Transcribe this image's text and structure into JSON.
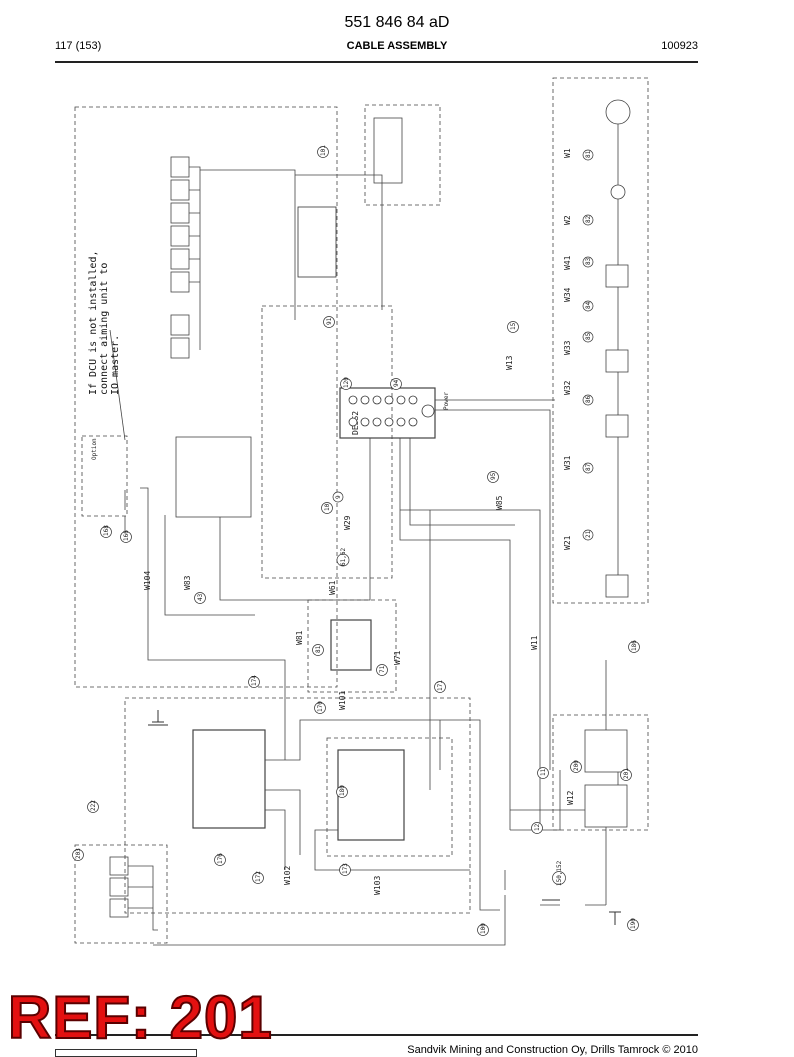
{
  "header": {
    "doc_number": "551 846 84 aD",
    "page": "117 (153)",
    "title": "CABLE ASSEMBLY",
    "date_code": "100923"
  },
  "footer": {
    "copyright": "Sandvik Mining and Construction Oy, Drills Tamrock © 2010"
  },
  "stamp": {
    "text": "REF: 201",
    "color": "#e31010"
  },
  "diagram": {
    "note_top": [
      "If DCU is not installed,",
      "connect aiming unit to",
      "IO master."
    ],
    "callouts": {
      "c1": "101",
      "c2": "91",
      "c3": "15",
      "c4": "120",
      "c5": "94",
      "c6": "95",
      "c7": "9",
      "c8": "10",
      "c9": "168",
      "c10": "166",
      "c11": "43",
      "c12": "61,62",
      "c13": "81",
      "c14": "71",
      "c15": "186",
      "c16": "174",
      "c17": "170",
      "c18": "171",
      "c19": "11",
      "c20": "12",
      "c21": "200",
      "c22": "201",
      "c23": "222",
      "c24": "203",
      "c25": "176",
      "c26": "172",
      "c27": "173",
      "c28": "180",
      "c29": "150,152",
      "c30": "190",
      "c31": "100",
      "c32": "81",
      "c33": "82",
      "c34": "83",
      "c35": "84",
      "c36": "85",
      "c37": "86",
      "c38": "87",
      "c39": "21"
    },
    "wire_labels": {
      "w1": "W13",
      "w2": "W1",
      "w3": "W2",
      "w4": "W41",
      "w5": "W34",
      "w6": "W33",
      "w7": "W32",
      "w8": "W31",
      "w9": "W21",
      "w10": "W85",
      "w11": "W29",
      "w12": "W104",
      "w13": "W83",
      "w14": "W61",
      "w15": "W81",
      "w16": "W71",
      "w17": "W11",
      "w18": "W101",
      "w19": "W12",
      "w20": "W103",
      "w21": "W102"
    },
    "components": {
      "io_master": "DESS2",
      "power": "Power",
      "optional": "Option"
    }
  }
}
